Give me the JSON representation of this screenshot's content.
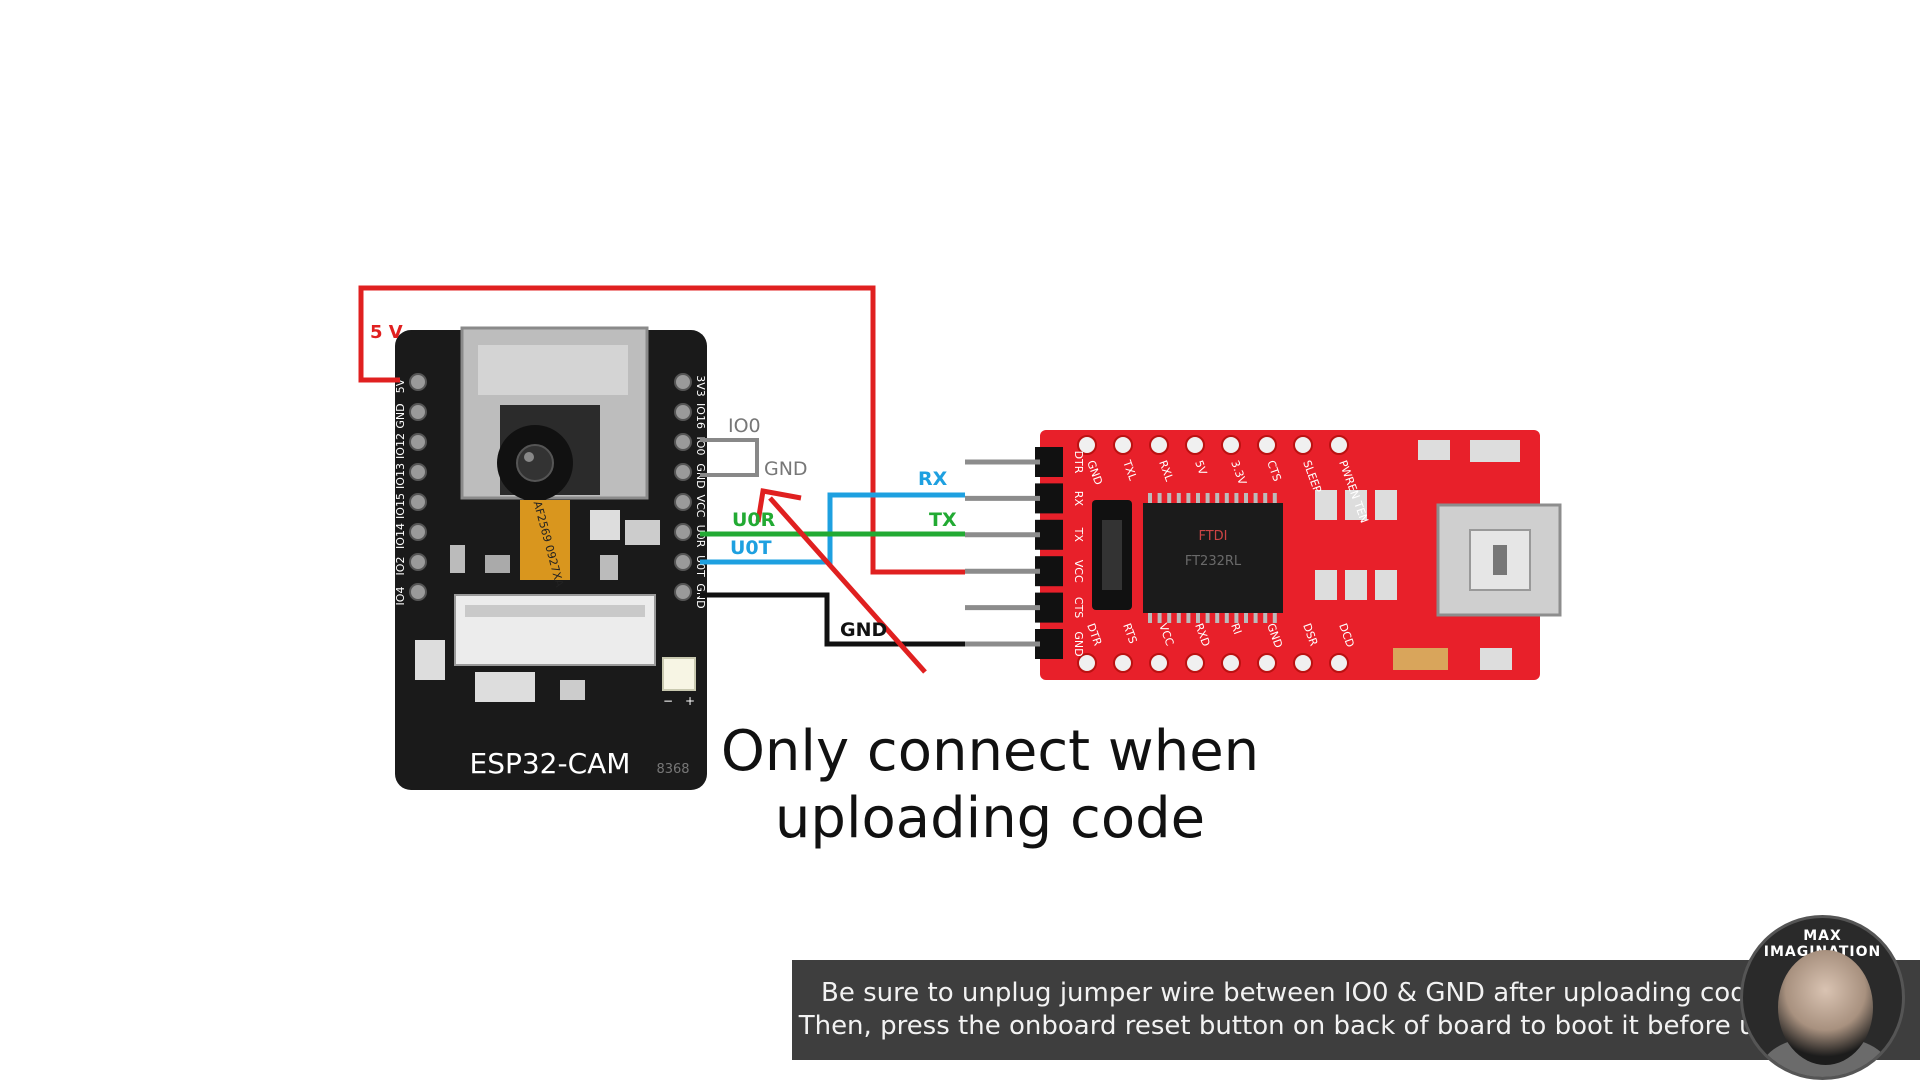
{
  "wire_labels": {
    "five_v": "5 V",
    "io0": "IO0",
    "gnd_jumper": "GND",
    "rx": "RX",
    "tx": "TX",
    "u0r": "U0R",
    "u0t": "U0T",
    "gnd_wire": "GND"
  },
  "esp32": {
    "name": "ESP32-CAM",
    "left_pins": [
      "5V",
      "GND",
      "IO12",
      "IO13",
      "IO15",
      "IO14",
      "IO2",
      "IO4"
    ],
    "right_pins": [
      "3V3",
      "IO16",
      "IO0",
      "GND",
      "VCC",
      "U0R",
      "U0T",
      "GND"
    ],
    "flex_text": "AF2569 0927XA",
    "code": "8368"
  },
  "ftdi": {
    "top_pins": [
      "GND",
      "TXL",
      "RXL",
      "5V",
      "3.3V",
      "CTS",
      "SLEEP",
      "PWREN TEN"
    ],
    "bottom_pins": [
      "DTR",
      "RTS",
      "VCC",
      "RXD",
      "RI",
      "GND",
      "DSR",
      "DCD"
    ],
    "header_pins": [
      "DTR",
      "RX",
      "TX",
      "VCC",
      "CTS",
      "GND"
    ],
    "chip_text": "FT232RL",
    "chip_sub": "FTDI"
  },
  "annotation": "Only connect when uploading code",
  "caption": {
    "line1": "Be sure to unplug jumper wire between IO0 & GND after uploading code.",
    "line2": "Then, press the onboard reset button on back of board to boot it before use."
  },
  "badge": {
    "text": "MAX IMAGINATION"
  },
  "colors": {
    "wire_5v": "#e02020",
    "wire_rx": "#1ea0e0",
    "wire_tx": "#22aa33",
    "wire_gnd": "#111111",
    "jumper": "#888888",
    "ftdi_board": "#e8202a",
    "esp_board": "#1a1a1a"
  }
}
